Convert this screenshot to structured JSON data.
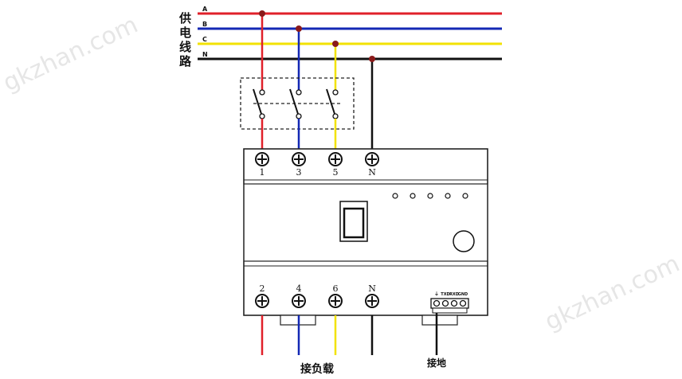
{
  "supply_label": [
    "供",
    "电",
    "线",
    "路"
  ],
  "phase_labels": [
    "A",
    "B",
    "C",
    "N"
  ],
  "colors": {
    "A": "#e0202a",
    "B": "#1428b4",
    "C": "#f2e200",
    "N": "#111111",
    "junction": "#8b1a1a"
  },
  "top_terminals": [
    "1",
    "3",
    "5",
    "N"
  ],
  "bottom_terminals": [
    "2",
    "4",
    "6",
    "N"
  ],
  "comm_port_labels": [
    "⏚",
    "TXD",
    "RXD",
    "GND"
  ],
  "load_label": "接负载",
  "ground_label": "接地",
  "watermark": "gkzhan.com"
}
